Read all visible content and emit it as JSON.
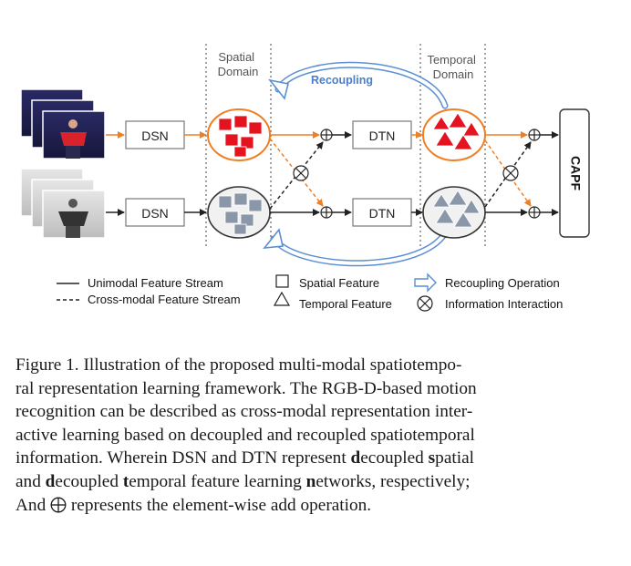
{
  "figure": {
    "domains": {
      "spatial": [
        "Spatial",
        "Domain"
      ],
      "temporal": [
        "Temporal",
        "Domain"
      ]
    },
    "recoupling_label": "Recoupling",
    "modules": {
      "dsn_top": "DSN",
      "dsn_bottom": "DSN",
      "dtn_top": "DTN",
      "dtn_bottom": "DTN",
      "capf": "CAPF"
    },
    "legend": {
      "unimodal": "Unimodal Feature Stream",
      "crossmodal": "Cross-modal Feature Stream",
      "spatial_feature": "Spatial Feature",
      "temporal_feature": "Temporal Feature",
      "recoupling_op": "Recoupling Operation",
      "info_interaction": "Information Interaction"
    },
    "colors": {
      "rgb_stream": "#f07f24",
      "depth_stream": "#333333",
      "spatial_red": "#e3141f",
      "temporal_gray": "#8a97a8",
      "recoupling_arrow": "#5b8fd2"
    }
  },
  "caption": {
    "lines": [
      "Figure 1.  Illustration of the proposed multi-modal spatiotempo-",
      "ral representation learning framework. The RGB-D-based motion",
      "recognition can be described as cross-modal representation inter-",
      "active learning based on decoupled and recoupled spatiotemporal"
    ],
    "line5": {
      "a": "information. Wherein DSN and DTN represent ",
      "b": "d",
      "c": "ecoupled ",
      "d": "s",
      "e": "patial"
    },
    "line6": {
      "a": "and ",
      "b": "d",
      "c": "ecoupled ",
      "d": "t",
      "e": "emporal feature learning ",
      "f": "n",
      "g": "etworks, respectively;"
    },
    "line7": {
      "a": "And ",
      "b": " represents the element-wise add operation."
    }
  }
}
